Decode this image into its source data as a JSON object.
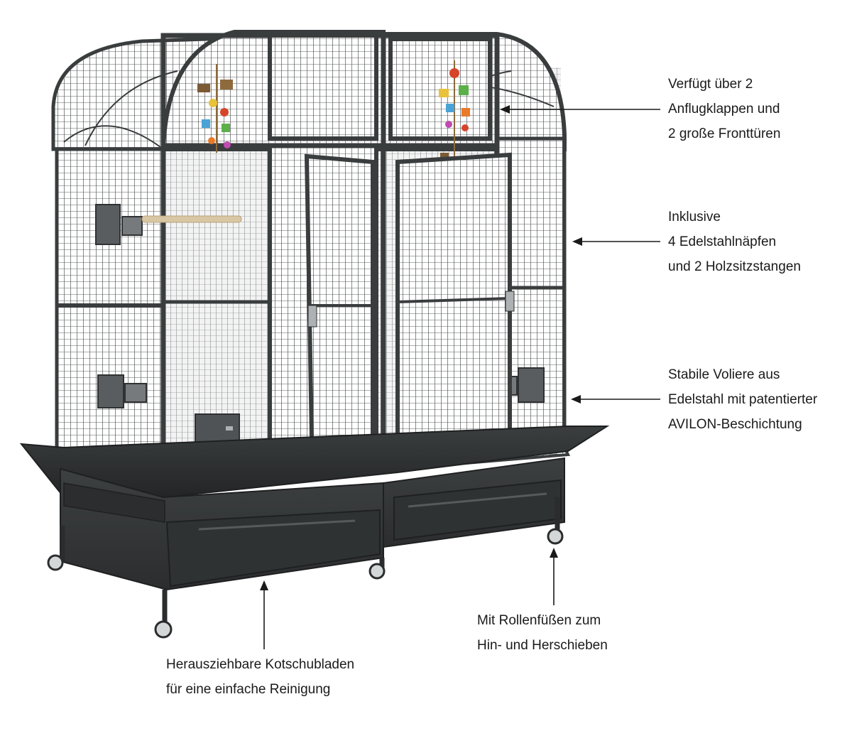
{
  "callouts": {
    "flaps": [
      "Verfügt über 2",
      "Anflugklappen und",
      "2 große Fronttüren"
    ],
    "bowls": [
      "Inklusive",
      "4 Edelstahlnäpfen",
      "und 2 Holzsitzstangen"
    ],
    "steel": [
      "Stabile Voliere aus",
      "Edelstahl mit patentierter",
      "AVILON-Beschichtung"
    ],
    "wheels": [
      "Mit Rollenfüßen zum",
      "Hin- und Herschieben"
    ],
    "drawers": [
      "Herausziehbare Kotschubladen",
      "für eine einfache Reinigung"
    ]
  },
  "colors": {
    "frame": "#3a3d3e",
    "frame_dark": "#2a2c2d",
    "mesh": "#4a4d4f",
    "tray": "#2f3132",
    "wood": "#d9c7a4",
    "arrow": "#1a1a1a",
    "text": "#1a1a1a"
  }
}
